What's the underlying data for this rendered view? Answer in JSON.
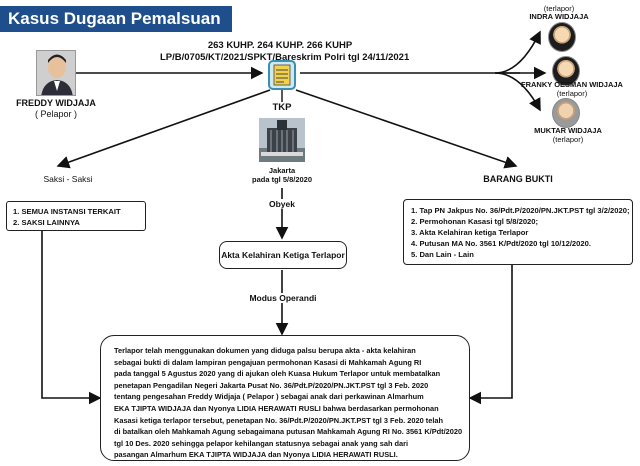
{
  "title": "Kasus Dugaan Pemalsuan",
  "case_header": {
    "articles": "263 KUHP. 264 KUHP. 266 KUHP",
    "report": "LP/B/0705/KT/2021/SPKT/Bareskrim Polri tgl 24/11/2021"
  },
  "reporter": {
    "name": "FREDDY WIDJAJA",
    "role": "( Pelapor )"
  },
  "reported": [
    {
      "role": "(terlapor)",
      "name": "INDRA WIDJAJA"
    },
    {
      "name": "FRANKY OESMAN WIDJAJA",
      "role": "(terlapor)"
    },
    {
      "name": "MUKTAR WIDJAJA",
      "role": "(terlapor)"
    }
  ],
  "tkp": {
    "label": "TKP",
    "place_line1": "Jakarta",
    "place_line2": "pada tgl 5/8/2020"
  },
  "object_label": "Obyek",
  "object_box": "Akta Kelahiran Ketiga Terlapor",
  "modus_label": "Modus Operandi",
  "witnesses": {
    "label": "Saksi - Saksi",
    "items": [
      "1. SEMUA INSTANSI TERKAIT",
      "2. SAKSI LAINNYA"
    ]
  },
  "evidence": {
    "label": "BARANG BUKTI",
    "items": [
      "1. Tap PN Jakpus No. 36/Pdt.P/2020/PN.JKT.PST tgl 3/2/2020;",
      "2. Permohonan Kasasi tgl 5/8/2020;",
      "3. Akta Kelahiran ketiga Terlapor",
      "4. Putusan MA No. 3561 K/Pdt/2020 tgl 10/12/2020.",
      "5. Dan Lain - Lain"
    ]
  },
  "story_lines": [
    "Terlapor telah menggunakan dokumen yang diduga palsu berupa akta - akta kelahiran",
    "sebagai bukti di dalam lampiran pengajuan permohonan Kasasi di Mahkamah Agung RI",
    "pada tanggal 5 Agustus 2020 yang di ajukan oleh Kuasa Hukum Terlapor untuk membatalkan",
    "penetapan Pengadilan Negeri Jakarta Pusat No. 36/Pdt.P/2020/PN.JKT.PST tgl 3 Feb. 2020",
    "tentang pengesahan Freddy Widjaja ( Pelapor ) sebagai anak dari perkawinan Almarhum",
    "EKA TJIPTA WIDJAJA dan Nyonya LIDIA HERAWATI RUSLI bahwa berdasarkan permohonan",
    "Kasasi ketiga terlapor tersebut, penetapan No. 36/Pdt.P/2020/PN.JKT.PST tgl 3 Feb. 2020 telah",
    "di batalkan oleh Mahkamah Agung sebagaimana putusan Mahkamah Agung RI No. 3561 K/Pdt/2020",
    "tgl 10 Des. 2020 sehingga pelapor kehilangan statusnya sebagai anak yang sah dari",
    "pasangan Almarhum EKA TJIPTA WIDJAJA dan Nyonya LIDIA HERAWATI RUSLI."
  ],
  "colors": {
    "title_bg": "#1f4e8c",
    "document_icon": "#f3d24a",
    "document_border": "#3a8fb0"
  }
}
